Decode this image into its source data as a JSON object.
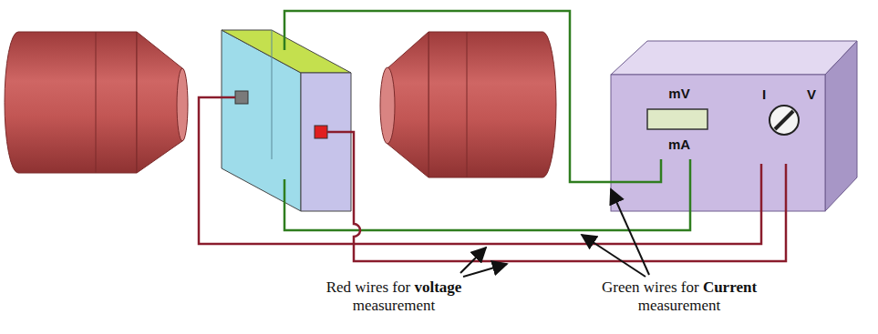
{
  "diagram": {
    "nodes": [
      {
        "text": [
          "mV",
          "mA",
          "I",
          "V"
        ]
      }
    ],
    "labels": [
      "Red wires for voltage measurement",
      "Green wires for Current measurement"
    ]
  }
}
